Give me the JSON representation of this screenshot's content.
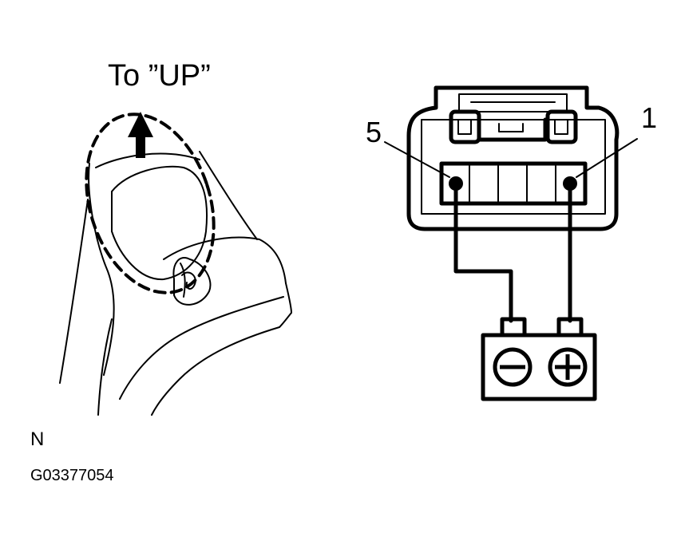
{
  "direction_label": "To ”UP”",
  "connector": {
    "pin_left": "5",
    "pin_right": "1"
  },
  "battery": {
    "negative_symbol": "negative-terminal-icon",
    "positive_symbol": "positive-terminal-icon"
  },
  "footer": {
    "view_code": "N",
    "figure_id": "G03377054"
  }
}
